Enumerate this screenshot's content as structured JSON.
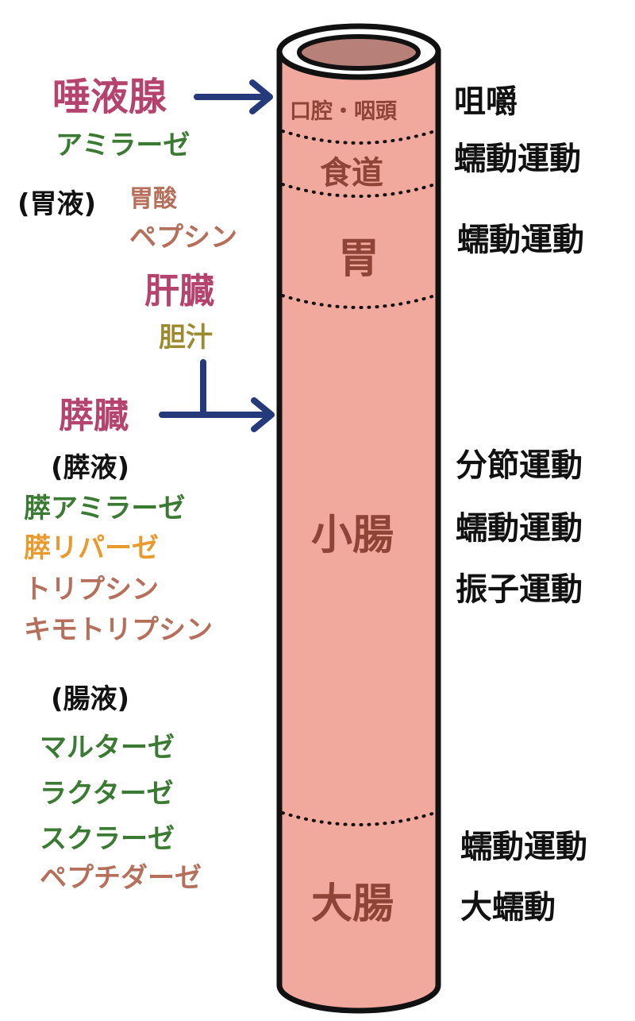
{
  "colors": {
    "organ": "#b4436d",
    "green": "#3a7a32",
    "brown": "#b66f5a",
    "orange": "#e99a2c",
    "olive": "#9b8a2e",
    "tube": "#f1a89d",
    "tube_inner": "#b7817a",
    "arrow": "#243a7a",
    "segment_text": "#8e4538"
  },
  "segments": {
    "mouth": "口腔・咽頭",
    "esophagus": "食道",
    "stomach": "胃",
    "small_intestine": "小腸",
    "large_intestine": "大腸"
  },
  "left": {
    "salivary_gland": "唾液腺",
    "salivary_amylase": "アミラーゼ",
    "gastric_juice": "(胃液)",
    "gastric_acid": "胃酸",
    "pepsin": "ペプシン",
    "liver": "肝臓",
    "bile": "胆汁",
    "pancreas": "膵臓",
    "pancreatic_juice": "(膵液)",
    "pancreatic_amylase": "膵アミラーゼ",
    "pancreatic_lipase": "膵リパーゼ",
    "trypsin": "トリプシン",
    "chymotrypsin": "キモトリプシン",
    "intestinal_juice": "(腸液)",
    "maltase": "マルターゼ",
    "lactase": "ラクターゼ",
    "sucrase": "スクラーゼ",
    "peptidase": "ペプチダーゼ"
  },
  "right": {
    "mouth_motion": "咀嚼",
    "esophagus_motion": "蠕動運動",
    "stomach_motion": "蠕動運動",
    "small_motion_1": "分節運動",
    "small_motion_2": "蠕動運動",
    "small_motion_3": "振子運動",
    "large_motion_1": "蠕動運動",
    "large_motion_2": "大蠕動"
  }
}
